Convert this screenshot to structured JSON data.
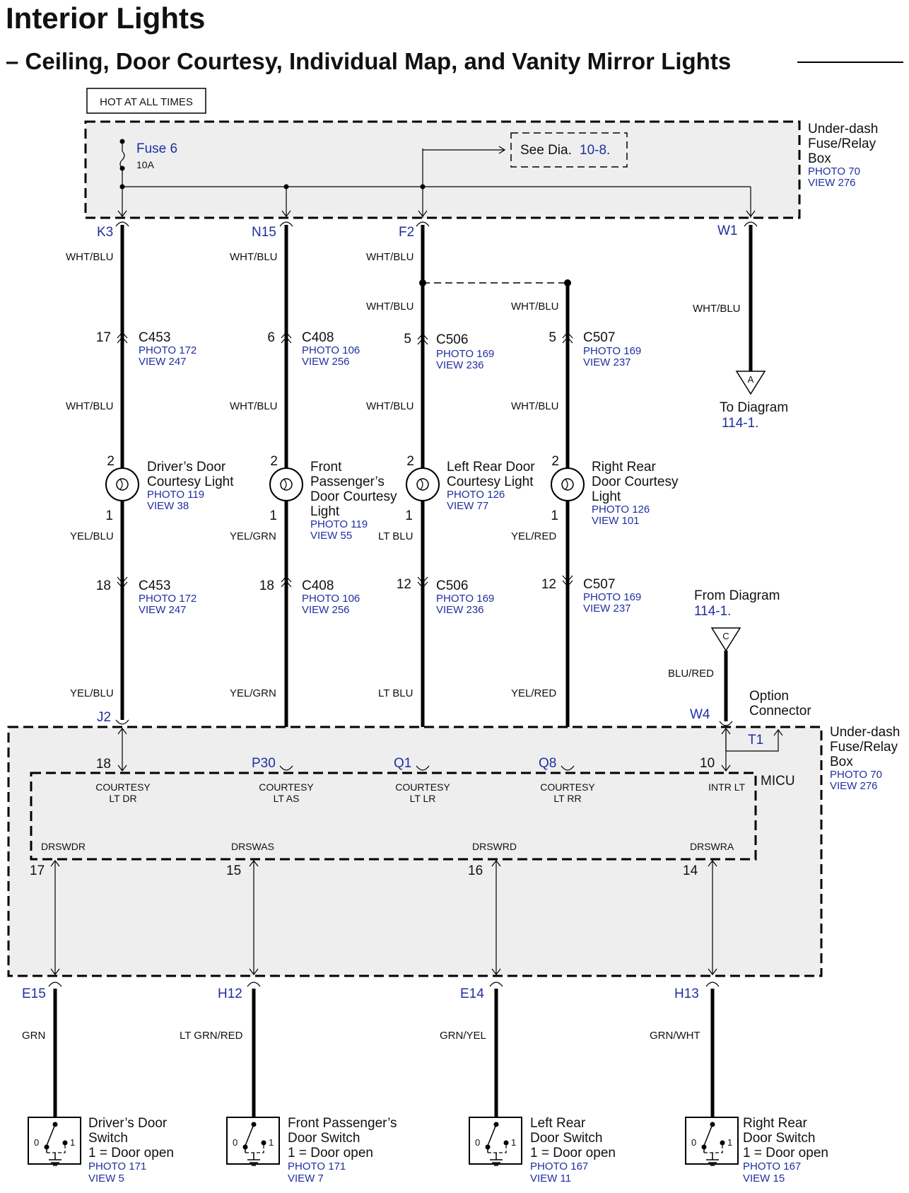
{
  "header": {
    "title": "Interior Lights",
    "subtitle": "– Ceiling, Door Courtesy, Individual Map, and Vanity Mirror Lights"
  },
  "hot_label": "HOT AT ALL TIMES",
  "fuse": {
    "name": "Fuse 6",
    "rating": "10A"
  },
  "see_dia": {
    "text": "See Dia.",
    "ref": "10-8."
  },
  "top_box": {
    "line1": "Under-dash",
    "line2": "Fuse/Relay",
    "line3": "Box",
    "photo": "PHOTO 70",
    "view": "VIEW 276"
  },
  "bottom_box": {
    "line1": "Under-dash",
    "line2": "Fuse/Relay",
    "line3": "Box",
    "photo": "PHOTO 70",
    "view": "VIEW 276"
  },
  "micu": "MICU",
  "option_connector": {
    "line1": "Option",
    "line2": "Connector",
    "pin": "T1",
    "pin_num": "10"
  },
  "to_diagram": {
    "text": "To Diagram",
    "ref": "114-1.",
    "marker": "A"
  },
  "from_diagram": {
    "text": "From Diagram",
    "ref": "114-1.",
    "marker": "C"
  },
  "columns": [
    {
      "top_terminal": "K3",
      "wire_top": "WHT/BLU",
      "conn1_pin": "17",
      "conn1": "C453",
      "conn1_photo": "PHOTO 172",
      "conn1_view": "VIEW 247",
      "wire_mid": "WHT/BLU",
      "light_pin_top": "2",
      "light_pin_bottom": "1",
      "light_name": [
        "Driver’s Door",
        "Courtesy Light"
      ],
      "light_photo": "PHOTO 119",
      "light_view": "VIEW 38",
      "wire_low": "YEL/BLU",
      "conn2_pin": "18",
      "conn2": "C453",
      "conn2_photo": "PHOTO 172",
      "conn2_view": "VIEW 247",
      "wire_bottom": "YEL/BLU",
      "micu_terminal": "J2",
      "micu_pin": "18",
      "micu_label": [
        "COURTESY",
        "LT DR"
      ]
    },
    {
      "top_terminal": "N15",
      "wire_top": "WHT/BLU",
      "conn1_pin": "6",
      "conn1": "C408",
      "conn1_photo": "PHOTO 106",
      "conn1_view": "VIEW 256",
      "wire_mid": "WHT/BLU",
      "light_pin_top": "2",
      "light_pin_bottom": "1",
      "light_name": [
        "Front",
        "Passenger’s",
        "Door Courtesy",
        "Light"
      ],
      "light_photo": "PHOTO 119",
      "light_view": "VIEW 55",
      "wire_low": "YEL/GRN",
      "conn2_pin": "18",
      "conn2": "C408",
      "conn2_photo": "PHOTO 106",
      "conn2_view": "VIEW 256",
      "wire_bottom": "YEL/GRN",
      "micu_terminal": "P30",
      "micu_label": [
        "COURTESY",
        "LT AS"
      ]
    },
    {
      "top_terminal": "F2",
      "wire_top": "WHT/BLU",
      "wire_split": "WHT/BLU",
      "conn1_pin": "5",
      "conn1": "C506",
      "conn1_photo": "PHOTO 169",
      "conn1_view": "VIEW 236",
      "wire_mid": "WHT/BLU",
      "light_pin_top": "2",
      "light_pin_bottom": "1",
      "light_name": [
        "Left Rear Door",
        "Courtesy Light"
      ],
      "light_photo": "PHOTO 126",
      "light_view": "VIEW 77",
      "wire_low": "LT BLU",
      "conn2_pin": "12",
      "conn2": "C506",
      "conn2_photo": "PHOTO 169",
      "conn2_view": "VIEW 236",
      "wire_bottom": "LT BLU",
      "micu_terminal": "Q1",
      "micu_label": [
        "COURTESY",
        "LT LR"
      ]
    },
    {
      "wire_split": "WHT/BLU",
      "conn1_pin": "5",
      "conn1": "C507",
      "conn1_photo": "PHOTO 169",
      "conn1_view": "VIEW 237",
      "wire_mid": "WHT/BLU",
      "light_pin_top": "2",
      "light_pin_bottom": "1",
      "light_name": [
        "Right Rear",
        "Door Courtesy",
        "Light"
      ],
      "light_photo": "PHOTO 126",
      "light_view": "VIEW 101",
      "wire_low": "YEL/RED",
      "conn2_pin": "12",
      "conn2": "C507",
      "conn2_photo": "PHOTO 169",
      "conn2_view": "VIEW 237",
      "wire_bottom": "YEL/RED",
      "micu_terminal": "Q8",
      "micu_label": [
        "COURTESY",
        "LT RR"
      ]
    }
  ],
  "w1": {
    "terminal": "W1",
    "wire": "WHT/BLU"
  },
  "w4": {
    "terminal": "W4",
    "wire": "BLU/RED",
    "label": "INTR LT"
  },
  "switches": [
    {
      "micu_label": "DRSWDR",
      "micu_pin": "17",
      "terminal": "E15",
      "wire": "GRN",
      "name": [
        "Driver’s Door",
        "Switch"
      ],
      "state": "1 = Door open",
      "photo": "PHOTO 171",
      "view": "VIEW 5"
    },
    {
      "micu_label": "DRSWAS",
      "micu_pin": "15",
      "terminal": "H12",
      "wire": "LT GRN/RED",
      "name": [
        "Front Passenger’s",
        "Door Switch"
      ],
      "state": "1 = Door open",
      "photo": "PHOTO 171",
      "view": "VIEW 7"
    },
    {
      "micu_label": "DRSWRD",
      "micu_pin": "16",
      "terminal": "E14",
      "wire": "GRN/YEL",
      "name": [
        "Left Rear",
        "Door Switch"
      ],
      "state": "1 = Door open",
      "photo": "PHOTO 167",
      "view": "VIEW 11"
    },
    {
      "micu_label": "DRSWRA",
      "micu_pin": "14",
      "terminal": "H13",
      "wire": "GRN/WHT",
      "name": [
        "Right Rear",
        "Door Switch"
      ],
      "state": "1 = Door open",
      "photo": "PHOTO 167",
      "view": "VIEW 15"
    }
  ],
  "switch_positions": {
    "off": "0",
    "on": "1"
  }
}
